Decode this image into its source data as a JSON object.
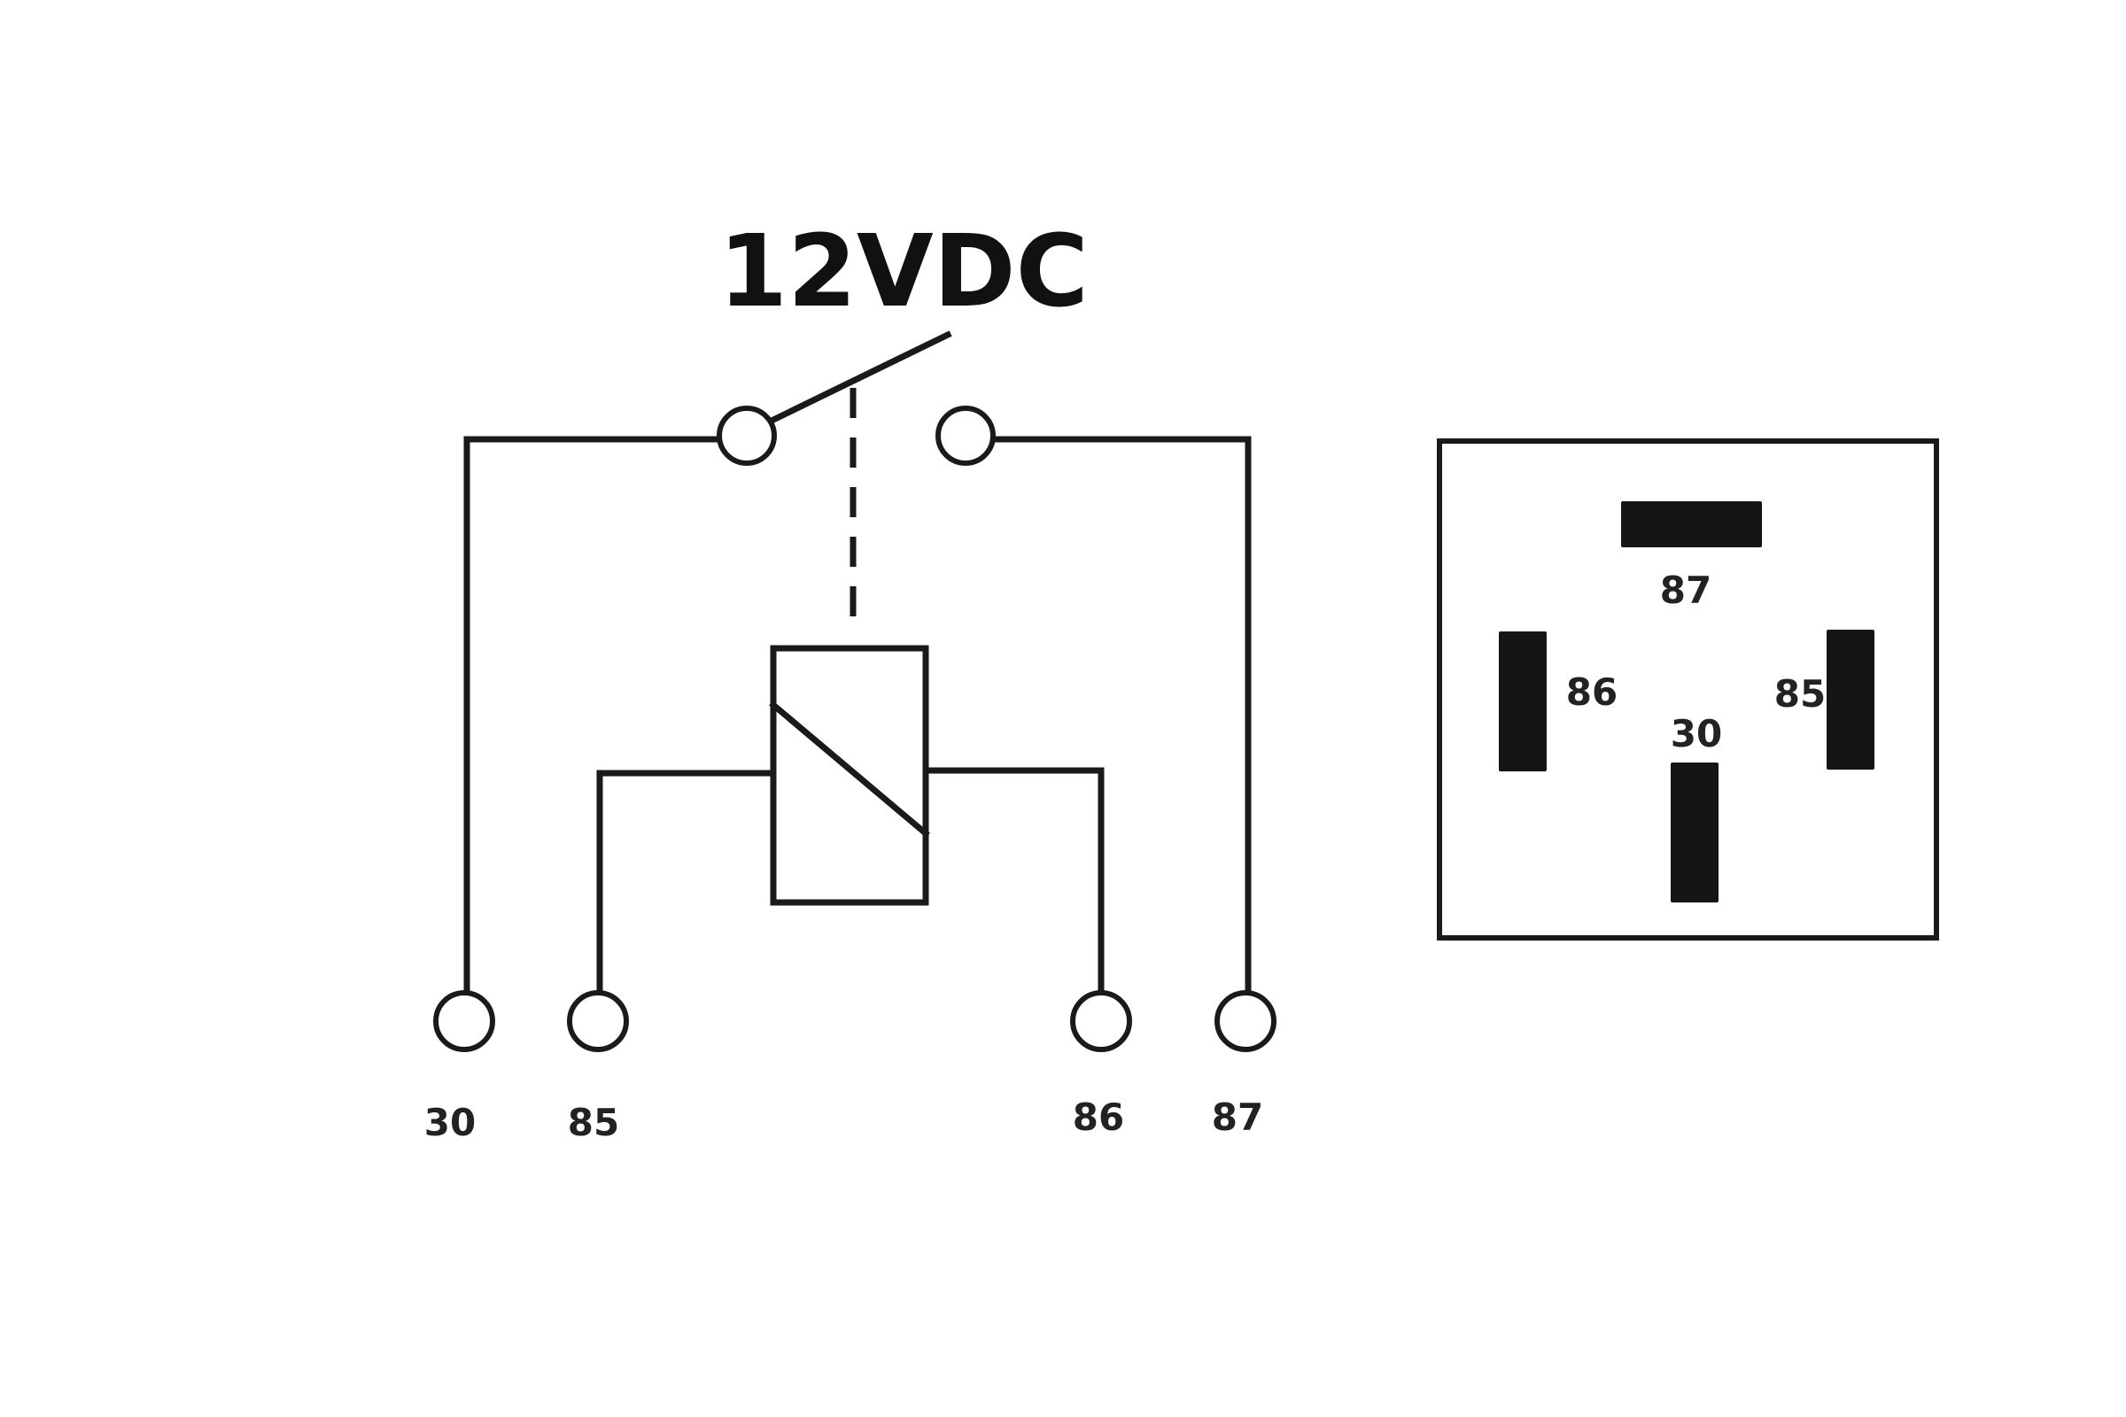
{
  "diagram": {
    "title": "12VDC",
    "schematic_terminals": [
      "30",
      "85",
      "86",
      "87"
    ],
    "socket_pins": {
      "top": "87",
      "left": "86",
      "center": "30",
      "right": "85"
    }
  }
}
